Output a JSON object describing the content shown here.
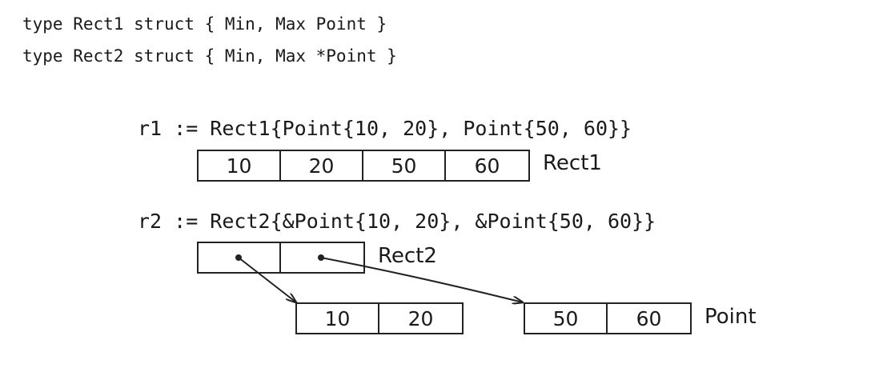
{
  "code": {
    "line1": "type Rect1 struct { Min, Max Point }",
    "line2": "type Rect2 struct { Min, Max *Point }"
  },
  "r1": {
    "expression": "r1 := Rect1{Point{10, 20}, Point{50, 60}}",
    "cells": [
      "10",
      "20",
      "50",
      "60"
    ],
    "type_label": "Rect1"
  },
  "r2": {
    "expression": "r2 := Rect2{&Point{10, 20}, &Point{50, 60}}",
    "type_label": "Rect2"
  },
  "points": {
    "min_cells": [
      "10",
      "20"
    ],
    "max_cells": [
      "50",
      "60"
    ],
    "type_label": "Point"
  },
  "colors": {
    "ink": "#1a1a1a",
    "border": "#222222"
  }
}
